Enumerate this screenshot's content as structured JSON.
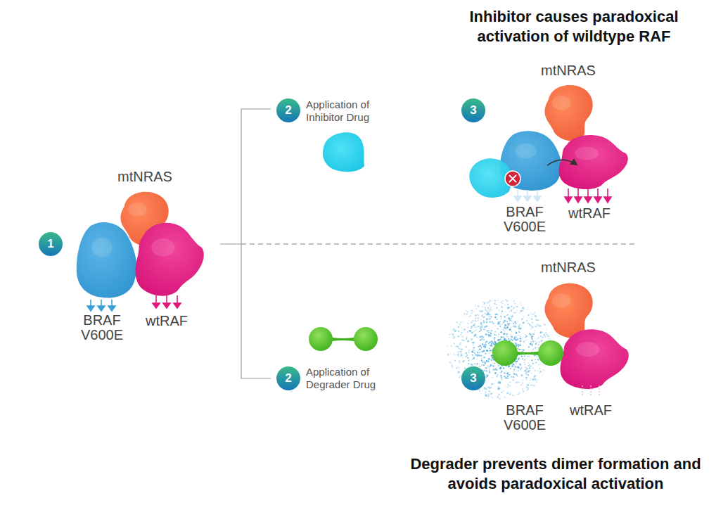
{
  "diagram": {
    "title": "Inhibitor causes paradoxical activation of wildtype RAF",
    "caption": "Degrader prevents dimer formation and avoids paradoxical activation",
    "nodes": [
      {
        "text": [
          "1"
        ]
      },
      {
        "text": [
          "mtNRAS"
        ]
      },
      {
        "text": [
          "BRAF V600E"
        ]
      },
      {
        "text": [
          "wtRAF"
        ]
      },
      {
        "text": [
          "2"
        ]
      },
      {
        "text": [
          "3"
        ]
      },
      {
        "text": [
          "mtNRAS"
        ]
      },
      {
        "text": [
          "BRAF V600E"
        ]
      },
      {
        "text": [
          "wtRAF"
        ]
      },
      {
        "text": [
          "2"
        ]
      },
      {
        "text": [
          "3"
        ]
      },
      {
        "text": [
          "mtNRAS"
        ]
      },
      {
        "text": [
          "BRAF V600E"
        ]
      },
      {
        "text": [
          "wtRAF"
        ]
      }
    ],
    "edges": [
      {
        "from": 7,
        "to": 8,
        "arrow": "to"
      }
    ],
    "labels": [
      "Application of Inhibitor Drug",
      "Application of Degrader Drug"
    ]
  }
}
